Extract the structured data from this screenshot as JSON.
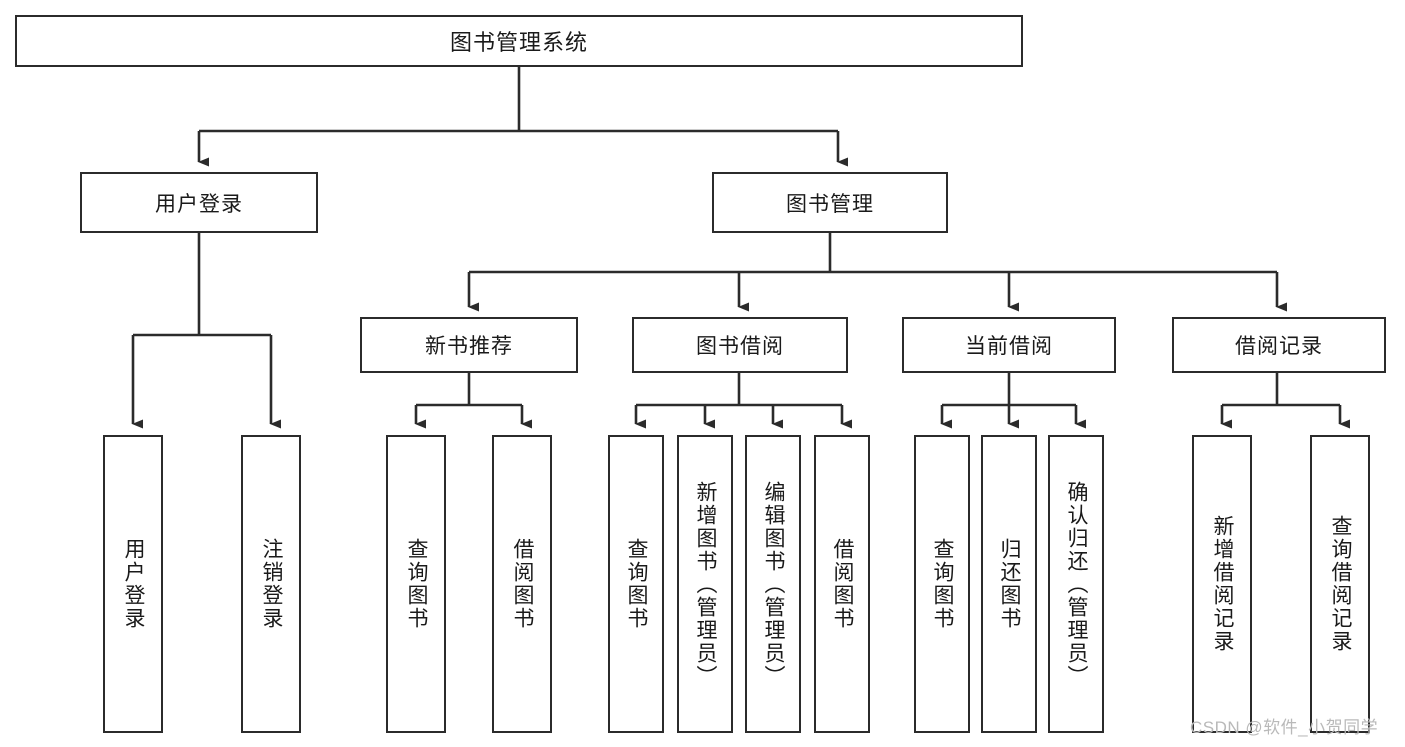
{
  "diagram": {
    "title": "图书管理系统",
    "type": "tree",
    "watermark": "CSDN @软件_小贺同学",
    "colors": {
      "background": "#ffffff",
      "box_border": "#2b2b2b",
      "box_fill": "#ffffff",
      "text": "#1a1a1a",
      "connector": "#2b2b2b",
      "watermark": "#b9b9b9"
    },
    "root": {
      "label": "图书管理系统"
    },
    "level2": [
      {
        "label": "用户登录"
      },
      {
        "label": "图书管理"
      }
    ],
    "level3": [
      {
        "label": "新书推荐"
      },
      {
        "label": "图书借阅"
      },
      {
        "label": "当前借阅"
      },
      {
        "label": "借阅记录"
      }
    ],
    "leaves": [
      {
        "label": "用户登录",
        "parent": "用户登录"
      },
      {
        "label": "注销登录",
        "parent": "用户登录"
      },
      {
        "label": "查询图书",
        "parent": "新书推荐"
      },
      {
        "label": "借阅图书",
        "parent": "新书推荐"
      },
      {
        "label": "查询图书",
        "parent": "图书借阅"
      },
      {
        "label": "新增图书（管理员）",
        "parent": "图书借阅"
      },
      {
        "label": "编辑图书（管理员）",
        "parent": "图书借阅"
      },
      {
        "label": "借阅图书",
        "parent": "图书借阅"
      },
      {
        "label": "查询图书",
        "parent": "当前借阅"
      },
      {
        "label": "归还图书",
        "parent": "当前借阅"
      },
      {
        "label": "确认归还（管理员）",
        "parent": "当前借阅"
      },
      {
        "label": "新增借阅记录",
        "parent": "借阅记录"
      },
      {
        "label": "查询借阅记录",
        "parent": "借阅记录"
      }
    ]
  }
}
